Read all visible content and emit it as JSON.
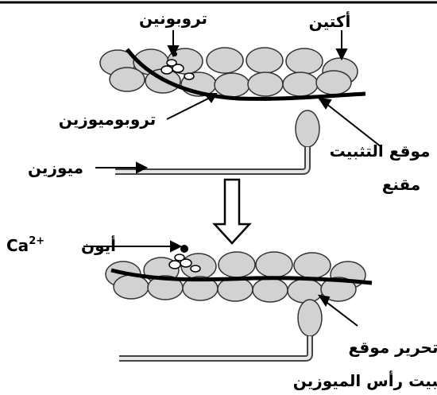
{
  "labels": {
    "troponin": "تروبونين",
    "actin": "أكتين",
    "tropomyosin": "تروبوميوزين",
    "binding_site_masked_line1": "موقع التثبيت",
    "binding_site_masked_line2": "مقنع",
    "myosin": "ميوزين",
    "ca_ion_prefix": "Ca",
    "ca_ion_superscript": "2+",
    "ca_ion_word": "أيون",
    "release_line1": "تحرير موقع",
    "release_line2": "تثبيت رأس الميوزين"
  }
}
